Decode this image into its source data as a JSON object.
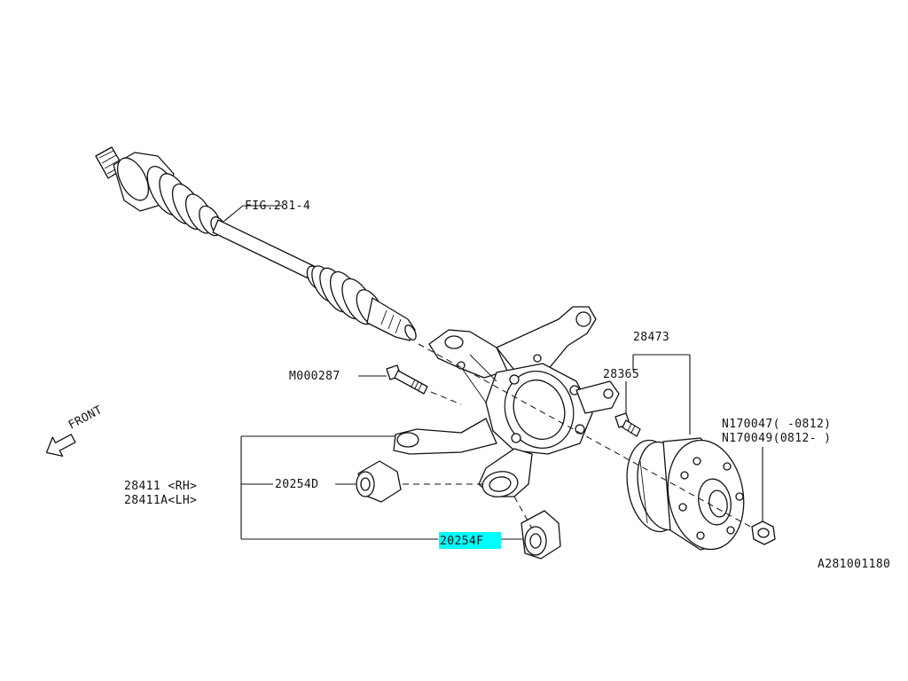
{
  "labels": {
    "fig_ref": "FIG.281-4",
    "bolt": "M000287",
    "hub_assy": "28473",
    "hub_bolt": "28365",
    "nut_1": "N170047( -0812)",
    "nut_2": "N170049(0812- )",
    "housing_rh": "28411 <RH>",
    "housing_lh": "28411A<LH>",
    "bushing_d": "20254D",
    "bushing_f": "20254F",
    "front": "FRONT",
    "drawing_id": "A281001180"
  },
  "colors": {
    "line": "#111111",
    "highlight": "#00ffff"
  },
  "highlighted_part": "bushing_f"
}
